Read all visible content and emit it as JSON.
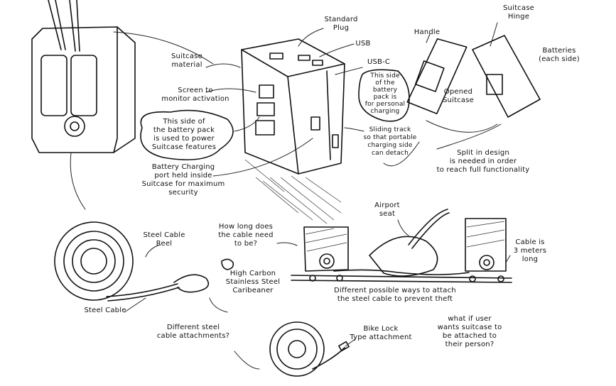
{
  "labels": {
    "standard_plug": "Standard\nPlug",
    "usb": "USB",
    "usb_c": "USB-C",
    "suitcase_hinge": "Suitcase\nHinge",
    "handle": "Handle",
    "batteries": "Batteries\n(each side)",
    "suitcase_material": "Suitcase\nmaterial",
    "screen": "Screen to\nmonitor activation",
    "personal_side": "This side\nof the\nbattery\npack is\nfor personal\ncharging",
    "opened_suitcase": "Opened\nSuitcase",
    "power_side": "This side of\nthe battery pack\nis used to power\nSuitcase features",
    "sliding_track": "Sliding track\nso that portable\ncharging side\ncan detach",
    "split_design": "Split in design\nis needed in order\nto reach full functionality",
    "charging_port": "Battery Charging\nport held inside\nSuitcase for maximum\nsecurity",
    "how_long": "How long does\nthe cable need\nto be?",
    "airport_seat": "Airport\nseat",
    "steel_cable_reel": "Steel Cable\nReel",
    "cable_length": "Cable is\n3 meters\nlong",
    "carabiner": "High Carbon\nStainless Steel\nCaribeaner",
    "steel_cable": "Steel Cable",
    "ways_to_attach": "Different possible ways to attach\nthe steel cable to prevent theft",
    "different_attachments": "Different steel\ncable attachments?",
    "bike_lock": "Bike Lock\nType attachment",
    "user_question": "what if user\nwants suitcase to\nbe attached to\ntheir person?"
  }
}
